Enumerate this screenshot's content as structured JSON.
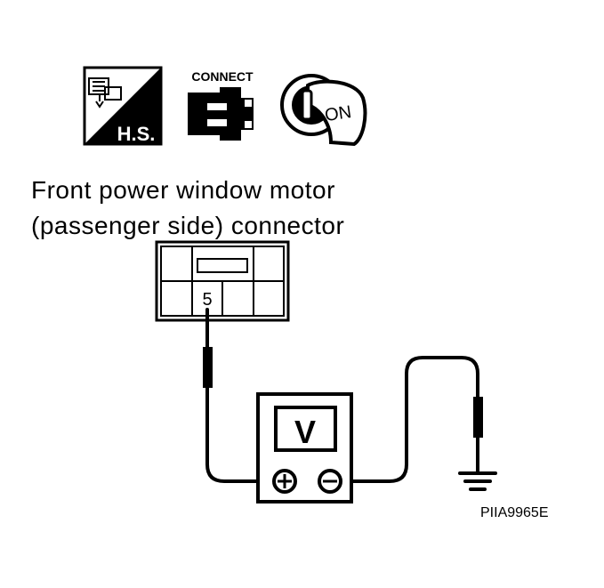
{
  "icons": [
    {
      "name": "harness-side-icon",
      "label": "H.S."
    },
    {
      "name": "connect-icon",
      "label": "CONNECT"
    },
    {
      "name": "ignition-on-icon",
      "label": "ON"
    }
  ],
  "title": {
    "line1": "Front power window motor",
    "line2": "(passenger side) connector"
  },
  "connector": {
    "terminal": "5"
  },
  "meter": {
    "label": "V",
    "positive": "+",
    "negative": "−"
  },
  "ground": {
    "name": "ground-symbol"
  },
  "figure_code": "PIIA9965E",
  "colors": {
    "ink": "#000000",
    "background": "#ffffff"
  }
}
